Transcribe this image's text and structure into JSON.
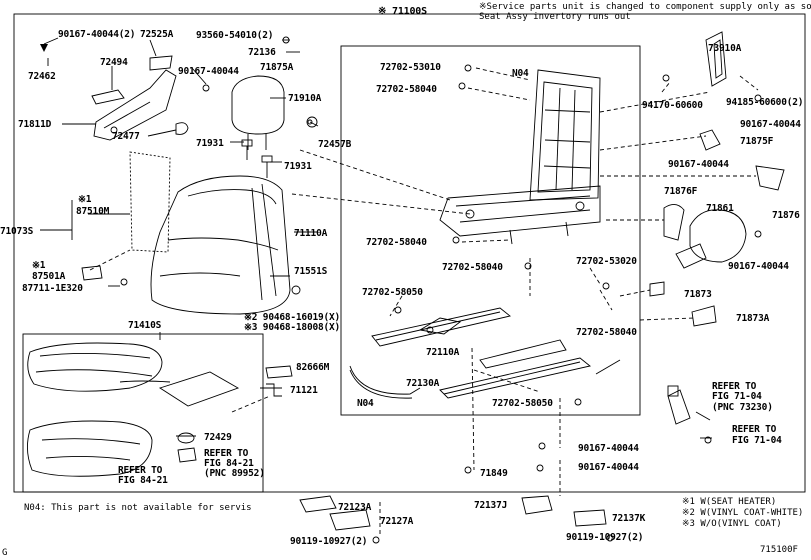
{
  "header": {
    "assembly_number": "※ 71100S",
    "service_note_line1": "※Service parts unit is changed to component supply only as soon as",
    "service_note_line2": "Seat Assy invertory runs out"
  },
  "labels": {
    "p90167_40044_2": "90167-40044(2)",
    "p72525A": "72525A",
    "p93560": "93560-54010(2)",
    "p72136": "72136",
    "p72462": "72462",
    "p72494": "72494",
    "p90167_40044_a": "90167-40044",
    "p71875A": "71875A",
    "p71910A": "71910A",
    "p71811D": "71811D",
    "p72477": "72477",
    "p72457B": "72457B",
    "p71931_a": "71931",
    "p71931_b": "71931",
    "p87510M_mark": "※1",
    "p87510M": "87510M",
    "p71073S": "71073S",
    "p87501A_mark": "※1",
    "p87501A": "87501A",
    "p87711": "87711-1E320",
    "p71110A": "71110A",
    "p71551S": "71551S",
    "p90468_16019": "※2 90468-16019(X)",
    "p90468_18008": "※3 90468-18008(X)",
    "p71410S": "71410S",
    "p82666M": "82666M",
    "p71121": "71121",
    "p72429": "72429",
    "refer_fig_84_21_a": "REFER TO",
    "refer_fig_84_21_a2": "FIG 84-21",
    "refer_fig_84_21_a3": "(PNC 89952)",
    "refer_fig_84_21_b": "REFER TO",
    "refer_fig_84_21_b2": "FIG 84-21",
    "p72702_53010": "72702-53010",
    "pN04_a": "N04",
    "p72702_58040_a": "72702-58040",
    "p72702_58040_b": "72702-58040",
    "p72702_58040_c": "72702-58040",
    "p72702_53020": "72702-53020",
    "p72702_58050_a": "72702-58050",
    "p72702_58040_d": "72702-58040",
    "p72110A": "72110A",
    "p72130A": "72130A",
    "pN04_b": "N04",
    "p72702_58050_b": "72702-58050",
    "p90167_40044_c": "90167-40044",
    "p90167_40044_d": "90167-40044",
    "p71849": "71849",
    "p73910A": "73910A",
    "p94170": "94170-60600",
    "p94185": "94185-60600(2)",
    "p90167_40044_e": "90167-40044",
    "p71875F": "71875F",
    "p90167_40044_f": "90167-40044",
    "p71876F": "71876F",
    "p71861": "71861",
    "p71876": "71876",
    "p90167_40044_g": "90167-40044",
    "p71873": "71873",
    "p71873A": "71873A",
    "refer_fig_71_04_a": "REFER TO",
    "refer_fig_71_04_a2": "FIG 71-04",
    "refer_fig_71_04_a3": "(PNC 73230)",
    "refer_fig_71_04_b": "REFER TO",
    "refer_fig_71_04_b2": "FIG 71-04",
    "p72123A": "72123A",
    "p72127A": "72127A",
    "p90119_a": "90119-10927(2)",
    "p72137J": "72137J",
    "p72137K": "72137K",
    "p90119_b": "90119-10927(2)"
  },
  "footnote_n04": "N04: This part is not available for servis",
  "legend": {
    "l1": "※1 W(SEAT HEATER)",
    "l2": "※2 W(VINYL COAT-WHITE)",
    "l3": "※3 W/O(VINYL COAT)"
  },
  "figure_code": "715100F",
  "corner_letter": "G"
}
